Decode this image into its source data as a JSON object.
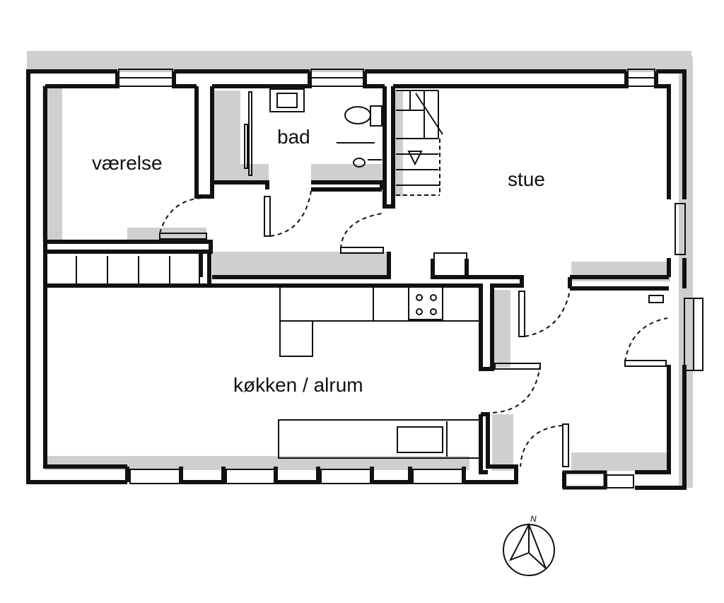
{
  "rooms": {
    "vaerelse": "værelse",
    "bad": "bad",
    "stue": "stue",
    "kokken": "køkken / alrum"
  },
  "compass": {
    "north_label": "N"
  },
  "colors": {
    "wall": "#111111",
    "shadow": "#c8c8c8",
    "paper": "#ffffff"
  }
}
